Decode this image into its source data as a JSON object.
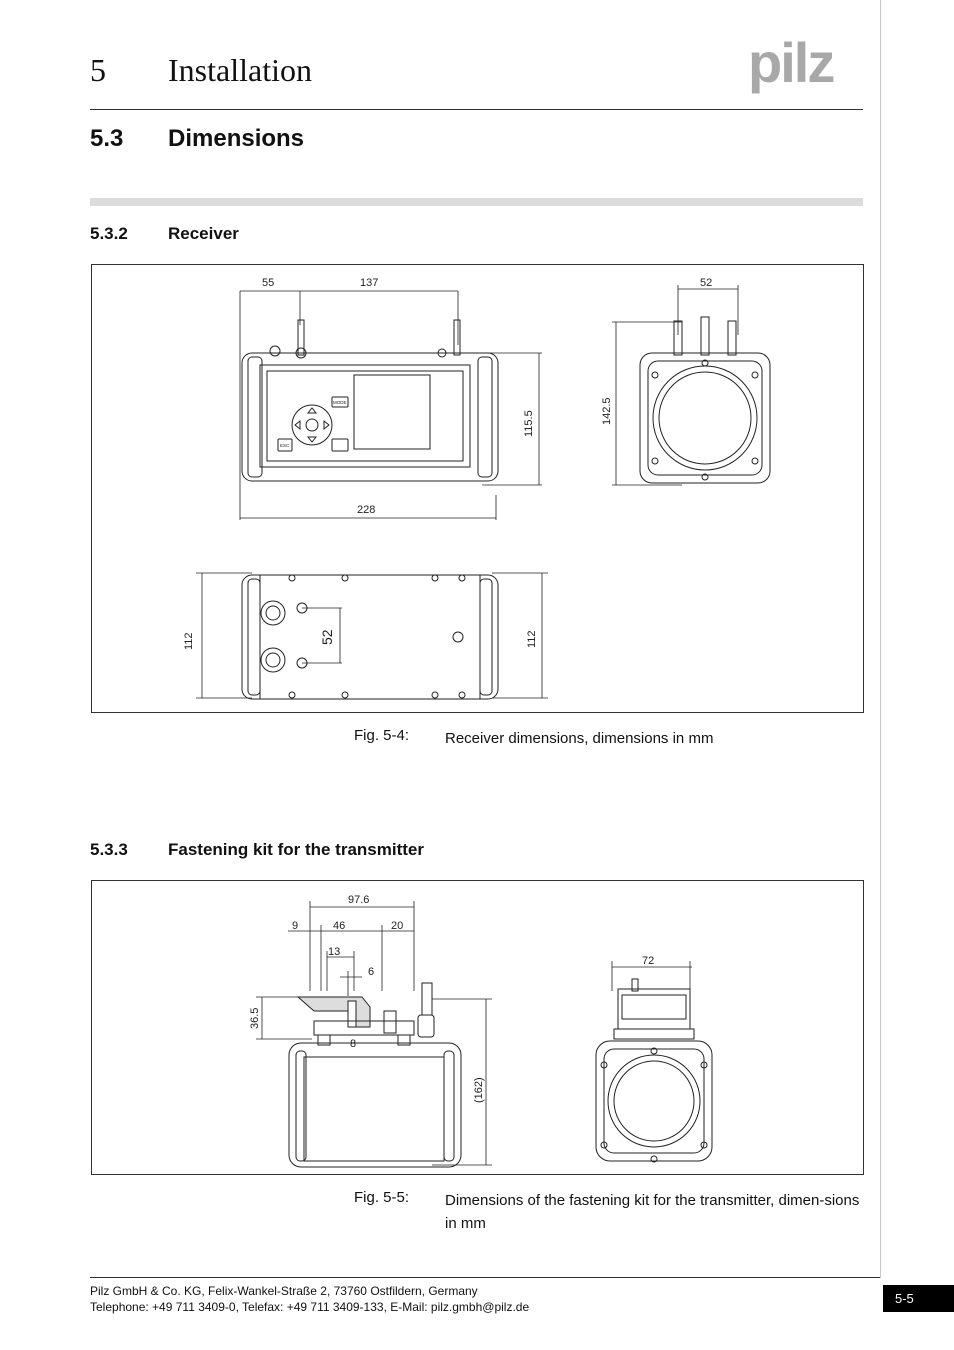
{
  "header": {
    "chapter_number": "5",
    "chapter_title": "Installation",
    "logo_text": "pilz",
    "colors": {
      "logo": "#a8a8a8",
      "section_bar": "#dcdcdc",
      "page_badge": "#000000"
    }
  },
  "section": {
    "number": "5.3",
    "title": "Dimensions"
  },
  "subsections": [
    {
      "number": "5.3.2",
      "title": "Receiver"
    },
    {
      "number": "5.3.3",
      "title": "Fastening kit for the transmitter"
    }
  ],
  "figures": {
    "receiver": {
      "caption_label": "Fig. 5-4:",
      "caption_text": "Receiver dimensions, dimensions in mm",
      "dims": {
        "d55": "55",
        "d137": "137",
        "d52_top": "52",
        "d115_5": "115.5",
        "d142_5": "142.5",
        "d228": "228",
        "d112_left": "112",
        "d52_back": "52",
        "d112_right": "112"
      },
      "panel_labels": {
        "mode": "MODE",
        "esc": "ESC"
      }
    },
    "fastening_kit": {
      "caption_label": "Fig. 5-5:",
      "caption_text": "Dimensions of the fastening kit for the transmitter, dimen-sions in mm",
      "dims": {
        "d97_6": "97.6",
        "d9": "9",
        "d46": "46",
        "d20": "20",
        "d13": "13",
        "d6": "6",
        "d36_5": "36.5",
        "d8": "8",
        "d162": "(162)",
        "d72": "72"
      }
    }
  },
  "footer": {
    "address": "Pilz GmbH & Co. KG, Felix-Wankel-Straße 2, 73760 Ostfildern, Germany",
    "contact": "Telephone: +49 711 3409-0, Telefax: +49 711 3409-133, E-Mail: pilz.gmbh@pilz.de",
    "page_number": "5-5"
  }
}
